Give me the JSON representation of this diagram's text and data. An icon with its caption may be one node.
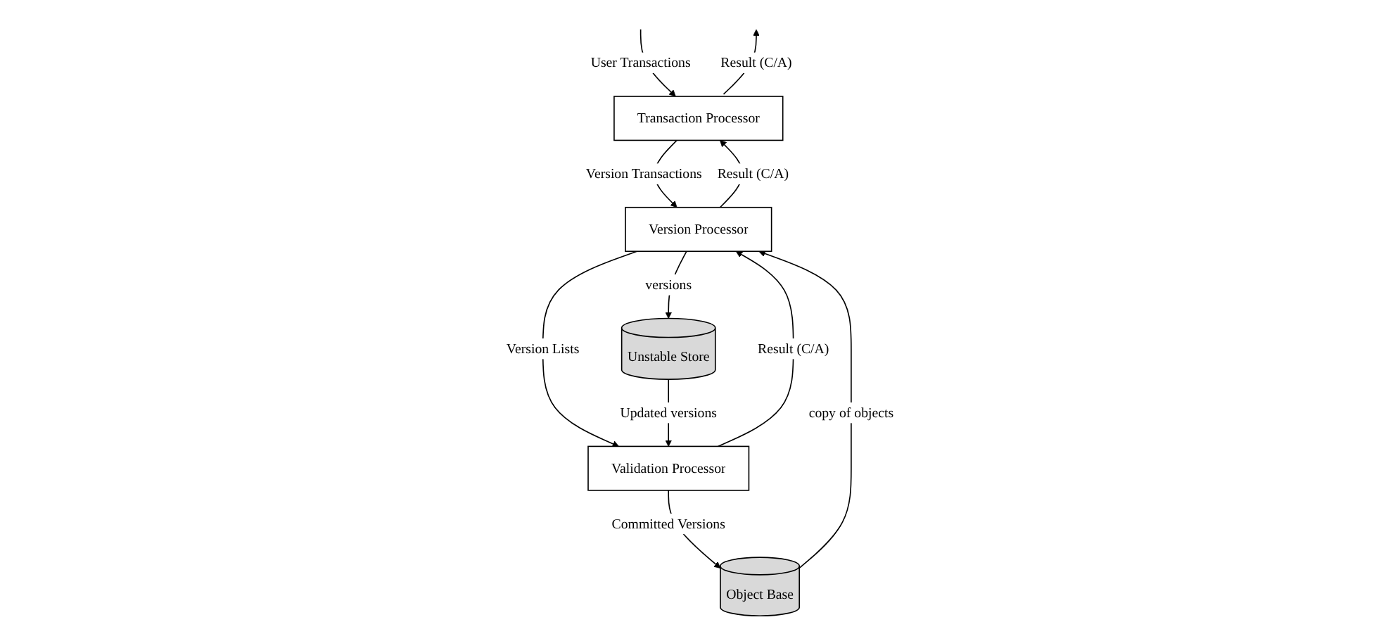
{
  "diagram": {
    "nodes": [
      {
        "text": [
          "Transaction Processor"
        ]
      },
      {
        "text": [
          "Object Base"
        ]
      },
      {
        "text": [
          "Version Processor"
        ]
      },
      {
        "text": [
          "Unstable Store"
        ]
      },
      {
        "text": [
          "Validation Processor"
        ]
      }
    ],
    "edges": [
      {
        "from": null,
        "to": 0,
        "arrow": "to",
        "label": "User Transactions"
      },
      {
        "from": 0,
        "to": null,
        "arrow": "to",
        "label": "Result (C/A)"
      },
      {
        "from": 0,
        "to": 2,
        "arrow": "to",
        "label": "Version Transactions"
      },
      {
        "from": 2,
        "to": 0,
        "arrow": "to",
        "label": "Result (C/A)"
      },
      {
        "from": 1,
        "to": 2,
        "arrow": "to",
        "label": "copy of objects"
      },
      {
        "from": 2,
        "to": 3,
        "arrow": "to",
        "label": "versions"
      },
      {
        "from": 2,
        "to": 4,
        "arrow": "to",
        "label": "Version Lists"
      },
      {
        "from": 4,
        "to": 2,
        "arrow": "to",
        "label": "Result (C/A)"
      },
      {
        "from": 4,
        "to": 1,
        "arrow": "to",
        "label": "Committed Versions"
      },
      {
        "from": 3,
        "to": 4,
        "arrow": "to",
        "label": "Updated versions"
      }
    ]
  }
}
